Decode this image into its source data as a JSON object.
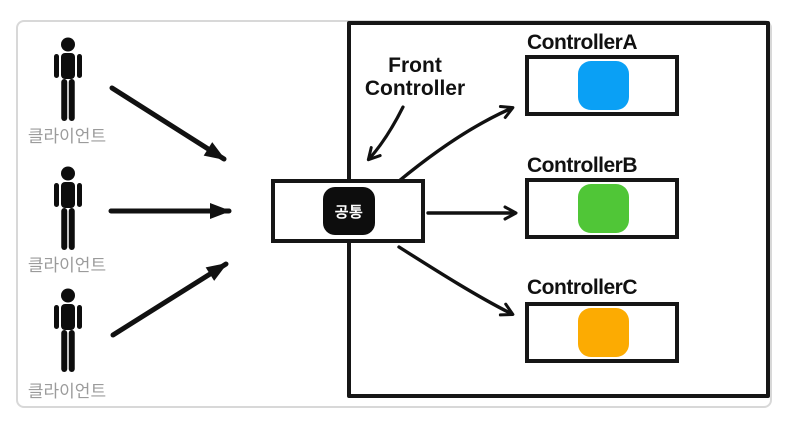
{
  "diagram": {
    "front_controller": {
      "label_line1": "Front",
      "label_line2": "Controller",
      "common_box_label": "공통"
    },
    "clients": [
      {
        "label": "클라이언트"
      },
      {
        "label": "클라이언트"
      },
      {
        "label": "클라이언트"
      }
    ],
    "controllers": [
      {
        "name": "ControllerA",
        "color": "#0aa0f5"
      },
      {
        "name": "ControllerB",
        "color": "#50c637"
      },
      {
        "name": "ControllerC",
        "color": "#fcab02"
      }
    ],
    "colors": {
      "line": "#111111",
      "frame_border": "#d8d8d8",
      "client_label": "#9b9b9b",
      "common_square": "#0d0d0d"
    }
  }
}
